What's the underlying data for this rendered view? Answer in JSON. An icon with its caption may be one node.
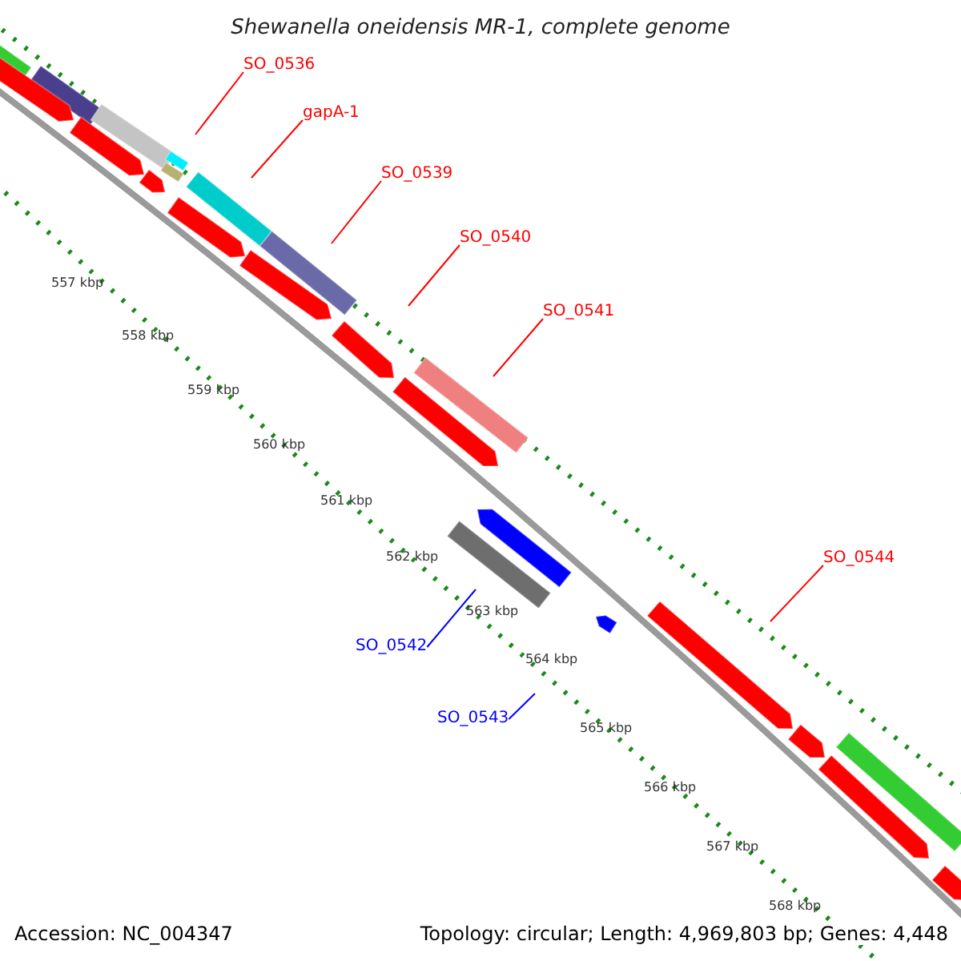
{
  "diagram": {
    "title": "Shewanella oneidensis MR-1, complete genome",
    "nodes": [
      {
        "text": [
          "SO_0536"
        ]
      },
      {
        "text": [
          "gapA-1"
        ]
      },
      {
        "text": [
          "SO_0539"
        ]
      },
      {
        "text": [
          "SO_0540"
        ]
      },
      {
        "text": [
          "SO_0541"
        ]
      },
      {
        "text": [
          "SO_0544"
        ]
      },
      {
        "text": [
          "SO_0542"
        ]
      },
      {
        "text": [
          "SO_0543"
        ]
      }
    ],
    "edges": [
      {
        "from": 0,
        "to": null,
        "arrow": "none"
      },
      {
        "from": 1,
        "to": null,
        "arrow": "none"
      },
      {
        "from": 2,
        "to": null,
        "arrow": "none"
      },
      {
        "from": 3,
        "to": null,
        "arrow": "none"
      },
      {
        "from": 4,
        "to": null,
        "arrow": "none"
      },
      {
        "from": 5,
        "to": null,
        "arrow": "none"
      },
      {
        "from": 6,
        "to": null,
        "arrow": "none",
        "color": "#0000ff"
      },
      {
        "from": 7,
        "to": null,
        "arrow": "none",
        "color": "#0000ff"
      }
    ],
    "labels": [
      "557 kbp",
      "558 kbp",
      "559 kbp",
      "560 kbp",
      "561 kbp",
      "562 kbp",
      "563 kbp",
      "564 kbp",
      "565 kbp",
      "566 kbp",
      "567 kbp",
      "568 kbp",
      "Accession: NC_004347",
      "Topology: circular; Length: 4,969,803 bp; Genes: 4,448"
    ]
  }
}
